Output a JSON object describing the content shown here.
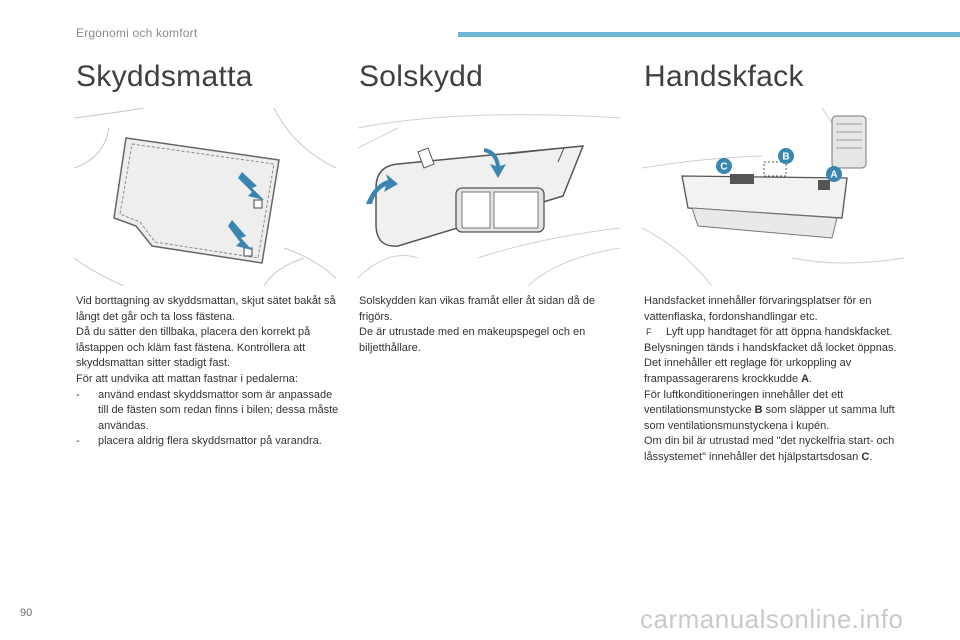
{
  "header": {
    "section_label": "Ergonomi och komfort",
    "accent_color": "#6fb6d2"
  },
  "columns": [
    {
      "title": "Skyddsmatta",
      "illustration_icon": "floor-mat-illustration",
      "paragraphs": [
        "Vid borttagning av skyddsmattan, skjut sätet bakåt så långt det går och ta loss fästena.",
        "Då du sätter den tillbaka, placera den korrekt på låstappen och kläm fast fästena. Kontrollera att skyddsmattan sitter stadigt fast.",
        "För att undvika att mattan fastnar i pedalerna:"
      ],
      "list": [
        "använd endast skyddsmattor som är anpassade till de fästen som redan finns i bilen; dessa måste användas.",
        "placera aldrig flera skyddsmattor på varandra."
      ],
      "list_marker": "-"
    },
    {
      "title": "Solskydd",
      "illustration_icon": "sun-visor-illustration",
      "paragraphs": [
        "Solskydden kan vikas framåt eller åt sidan då de frigörs.",
        "De är utrustade med en makeupspegel och en biljetthållare."
      ]
    },
    {
      "title": "Handskfack",
      "illustration_icon": "glove-box-illustration",
      "callouts": [
        "A",
        "B",
        "C"
      ],
      "intro": "Handsfacket innehåller förvaringsplatser för en vattenflaska, fordonshandlingar etc.",
      "step_marker": "F",
      "step": "Lyft upp handtaget för att öppna handskfacket.",
      "p1": "Belysningen tänds i handskfacket då locket öppnas.",
      "p2_before": "Det innehåller ett reglage för urkoppling av frampassagerarens krockkudde ",
      "p2_bold": "A",
      "p2_after": ".",
      "p3_before": "För luftkonditioneringen innehåller det ett ventilationsmunstycke ",
      "p3_bold": "B",
      "p3_after": " som släpper ut samma luft som ventilationsmunstyckena i kupén.",
      "p4_before": "Om din bil är utrustad med \"det nyckelfria start- och låssystemet\" innehåller det hjälpstartsdosan ",
      "p4_bold": "C",
      "p4_after": "."
    }
  ],
  "footer": {
    "page_number": "90",
    "watermark": "carmanualsonline.info"
  }
}
